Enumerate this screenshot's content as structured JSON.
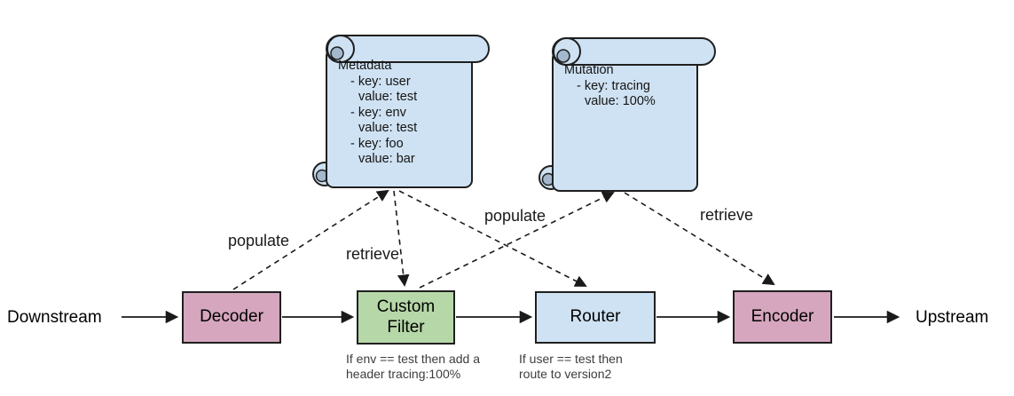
{
  "endpoints": {
    "downstream": "Downstream",
    "upstream": "Upstream"
  },
  "nodes": {
    "decoder": {
      "label": "Decoder"
    },
    "custom_filter": {
      "label": "Custom\nFilter",
      "note": "If env == test then add a\nheader tracing:100%"
    },
    "router": {
      "label": "Router",
      "note": "If user == test then\nroute to version2"
    },
    "encoder": {
      "label": "Encoder"
    }
  },
  "scrolls": {
    "metadata": {
      "title": "Metadata",
      "lines": [
        "- key: user",
        "value: test",
        "- key: env",
        "value: test",
        "- key: foo",
        "value: bar"
      ]
    },
    "mutation": {
      "title": "Mutation",
      "lines": [
        "- key: tracing",
        "value: 100%"
      ]
    }
  },
  "edge_labels": {
    "populate_decoder_metadata": "populate",
    "retrieve_metadata_filter": "retrieve",
    "populate_filter_mutation": "populate",
    "retrieve_mutation_encoder": "retrieve"
  },
  "colors": {
    "node_pink": "#d5a6bd",
    "node_green": "#b6d7a8",
    "node_blue": "#cfe2f3",
    "scroll_fill": "#cfe2f3",
    "scroll_roll_shade": "#a3b8cc",
    "outline": "#1f1f1f",
    "arrow": "#1a1a1a",
    "note_text": "#3d3d3d"
  }
}
